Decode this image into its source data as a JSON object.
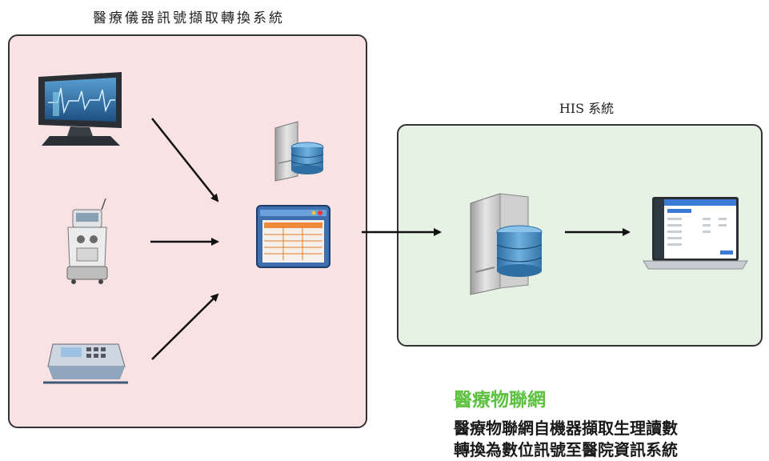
{
  "left_system": {
    "title": "醫療儀器訊號擷取轉換系統"
  },
  "right_system": {
    "title": "HIS 系統"
  },
  "caption": {
    "title": "醫療物聯網",
    "lines": [
      "醫療物聯網自機器擷取生理讀數",
      "轉換為數位訊號至醫院資訊系統"
    ]
  },
  "colors": {
    "left_box_fill": "#f8e2e4",
    "right_box_fill": "#e6f2e4",
    "caption_accent": "#5cc13f"
  },
  "icons": {
    "device_1": "patient-monitor-icon",
    "device_2": "dialysis-machine-icon",
    "device_3": "infusion-pump-icon",
    "converter": "data-table-window-icon",
    "local_server": "server-database-icon",
    "his_server": "server-database-icon",
    "his_client": "laptop-dashboard-icon"
  }
}
